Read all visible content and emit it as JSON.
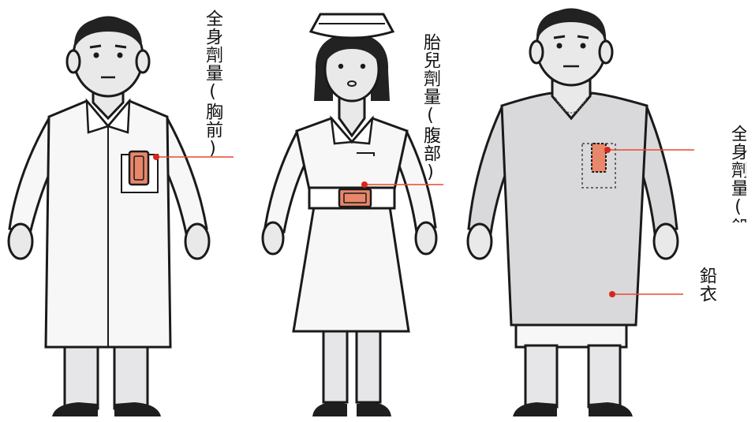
{
  "labels": {
    "doctor": "全身劑量(胸前)",
    "nurse": "胎兒劑量(腹部)",
    "technician_inside": "全身劑量(鉛衣內)",
    "lead_apron": "鉛衣"
  },
  "colors": {
    "outline": "#1a1a1a",
    "skin": "#e9e9ea",
    "coat": "#f7f7f7",
    "apron": "#d9d9dc",
    "badge": "#e8876a",
    "badge_dark": "#c94a2f",
    "leader_line": "#e84a2a",
    "leader_dot": "#d8261c",
    "hair": "#222222",
    "shoe": "#1e1e1e"
  }
}
